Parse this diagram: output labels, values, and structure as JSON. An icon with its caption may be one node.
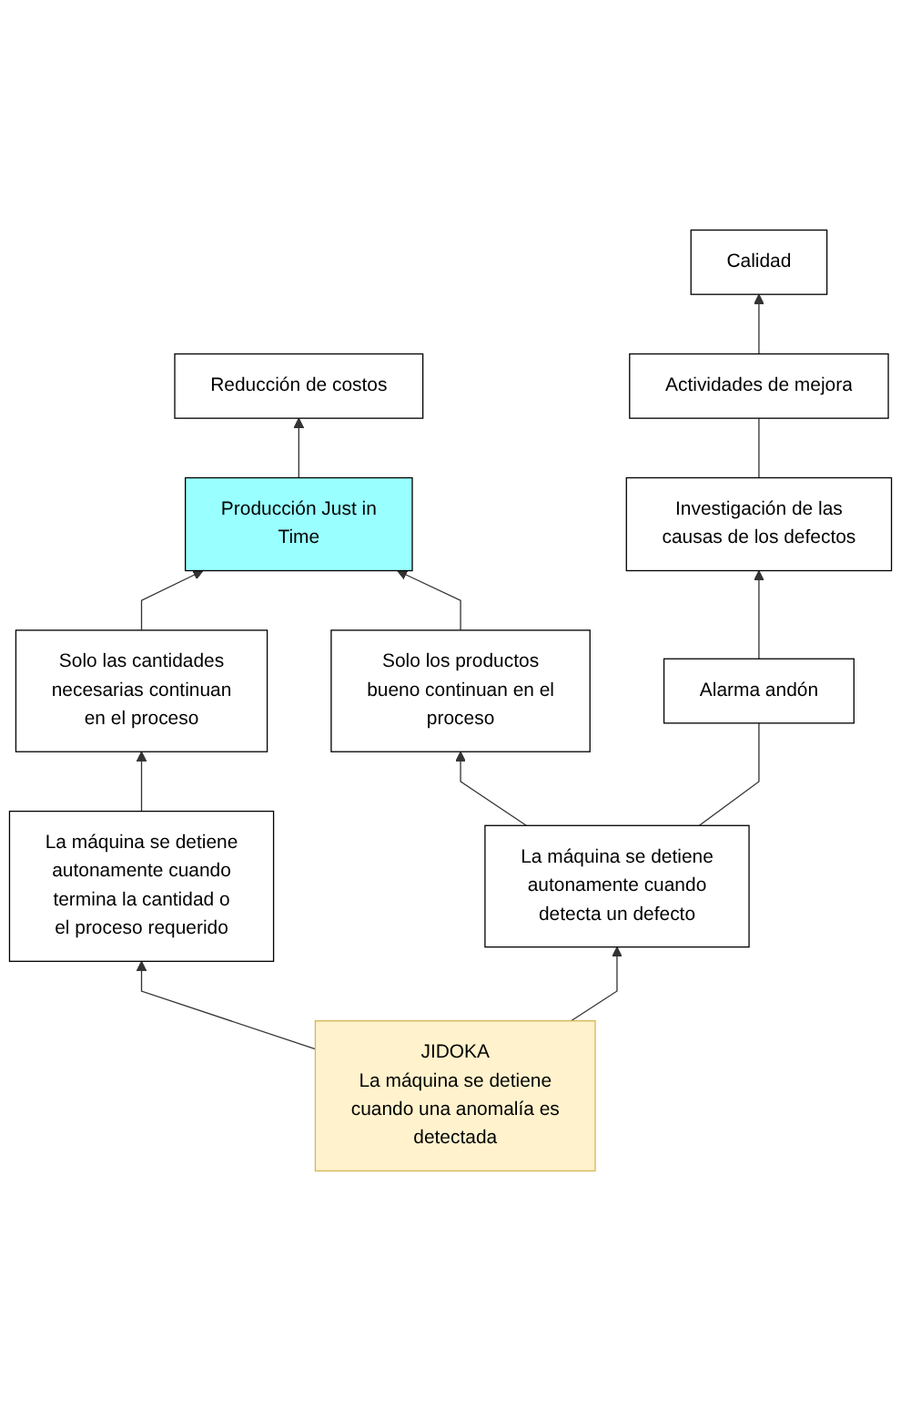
{
  "diagram": {
    "nodes": [
      {
        "text": [
          "Reducción de costos"
        ]
      },
      {
        "text": [
          "Calidad"
        ]
      },
      {
        "text": [
          "Producción Just in Time"
        ]
      },
      {
        "text": [
          "Actividades de mejora"
        ]
      },
      {
        "text": [
          "Solo las cantidades necesarias continuan en el proceso"
        ]
      },
      {
        "text": [
          "Investigación de las causas de los defectos"
        ]
      },
      {
        "text": [
          "Solo los productos bueno continuan en el proceso"
        ]
      },
      {
        "text": [
          "Alarma andón"
        ]
      },
      {
        "text": [
          "La máquina se detiene autonamente cuando termina la cantidad o el proceso requerido"
        ]
      },
      {
        "text": [
          "La máquina se detiene autonamente cuando detecta un defecto"
        ]
      },
      {
        "text": [
          "JIDOKA",
          "La máquina se detiene cuando una anomalía es detectada"
        ]
      }
    ],
    "edges": [
      {
        "from": 10,
        "to": 8,
        "arrow": "to"
      },
      {
        "from": 10,
        "to": 9,
        "arrow": "to"
      },
      {
        "from": 8,
        "to": 4,
        "arrow": "to"
      },
      {
        "from": 4,
        "to": 2,
        "arrow": "to"
      },
      {
        "from": 9,
        "to": 6,
        "arrow": "to"
      },
      {
        "from": 6,
        "to": 2,
        "arrow": "to"
      },
      {
        "from": 2,
        "to": 0,
        "arrow": "to"
      },
      {
        "from": 9,
        "to": 7,
        "arrow": "none"
      },
      {
        "from": 7,
        "to": 5,
        "arrow": "to"
      },
      {
        "from": 5,
        "to": 3,
        "arrow": "none"
      },
      {
        "from": 3,
        "to": 1,
        "arrow": "to"
      }
    ]
  }
}
